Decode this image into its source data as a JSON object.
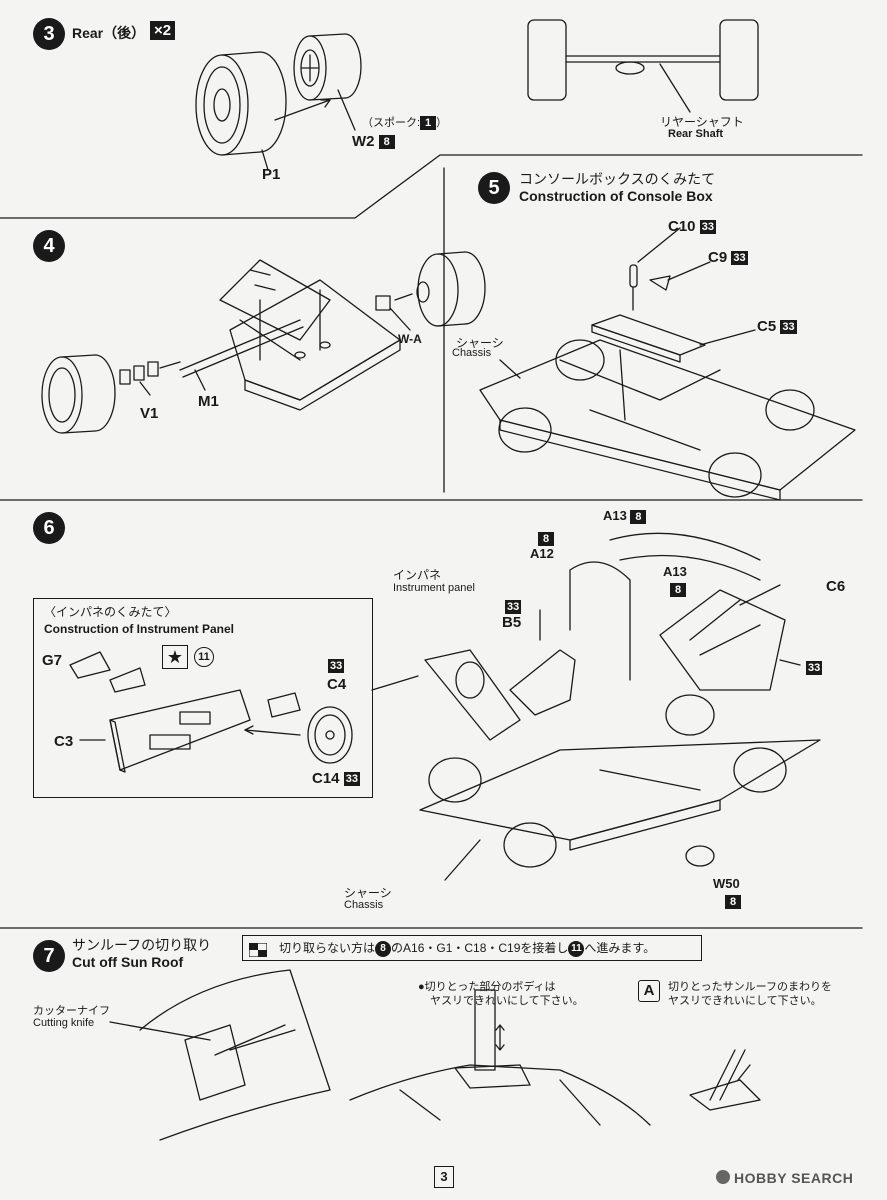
{
  "step3": {
    "number": "3",
    "title": "Rear（後）",
    "multiplier": "×2",
    "labels": {
      "p1": "P1",
      "w2": "W2",
      "w2_ref": "8",
      "spoke_prefix": "（スポーク:",
      "spoke_ref": "1",
      "spoke_suffix": "）"
    }
  },
  "rear_shaft": {
    "jp": "リヤーシャフト",
    "en": "Rear Shaft"
  },
  "step4": {
    "number": "4",
    "labels": {
      "v1": "V1",
      "m1": "M1",
      "wa": "W-A"
    }
  },
  "step5": {
    "number": "5",
    "title_jp": "コンソールボックスのくみたて",
    "title_en": "Construction of Console Box",
    "chassis_jp": "シャーシ",
    "chassis_en": "Chassis",
    "labels": {
      "c10": "C10",
      "c10_ref": "33",
      "c9": "C9",
      "c9_ref": "33",
      "c5": "C5",
      "c5_ref": "33"
    }
  },
  "step6": {
    "number": "6",
    "panel_title_jp": "〈インパネのくみたて〉",
    "panel_title_en": "Construction of Instrument Panel",
    "g7": "G7",
    "star_ref": "11",
    "c4": "C4",
    "c4_ref": "33",
    "c3": "C3",
    "c14": "C14",
    "c14_ref": "33",
    "inst_jp": "インパネ",
    "inst_en": "Instrument panel",
    "b5": "B5",
    "b5_ref": "33",
    "a12": "A12",
    "a12_ref": "8",
    "a13_top": "A13",
    "a13_top_ref": "8",
    "a13_mid": "A13",
    "a13_mid_ref": "8",
    "c6": "C6",
    "c6_ref": "33",
    "chassis_jp": "シャーシ",
    "chassis_en": "Chassis",
    "w50": "W50",
    "w50_ref": "8"
  },
  "step7": {
    "number": "7",
    "title_jp": "サンルーフの切り取り",
    "title_en": "Cut off Sun Roof",
    "notice_pre": "切り取らない方は",
    "notice_ref1": "8",
    "notice_mid": "のA16・G1・C18・C19を接着し",
    "notice_ref2": "11",
    "notice_post": "へ進みます。",
    "knife_jp": "カッターナイフ",
    "knife_en": "Cutting knife",
    "note1_line1": "●切りとった部分のボディは",
    "note1_line2": "ヤスリできれいにして下さい。",
    "note2_badge": "A",
    "note2_line1": "切りとったサンルーフのまわりを",
    "note2_line2": "ヤスリできれいにして下さい。"
  },
  "footer": {
    "page": "3",
    "watermark": "HOBBY SEARCH"
  }
}
